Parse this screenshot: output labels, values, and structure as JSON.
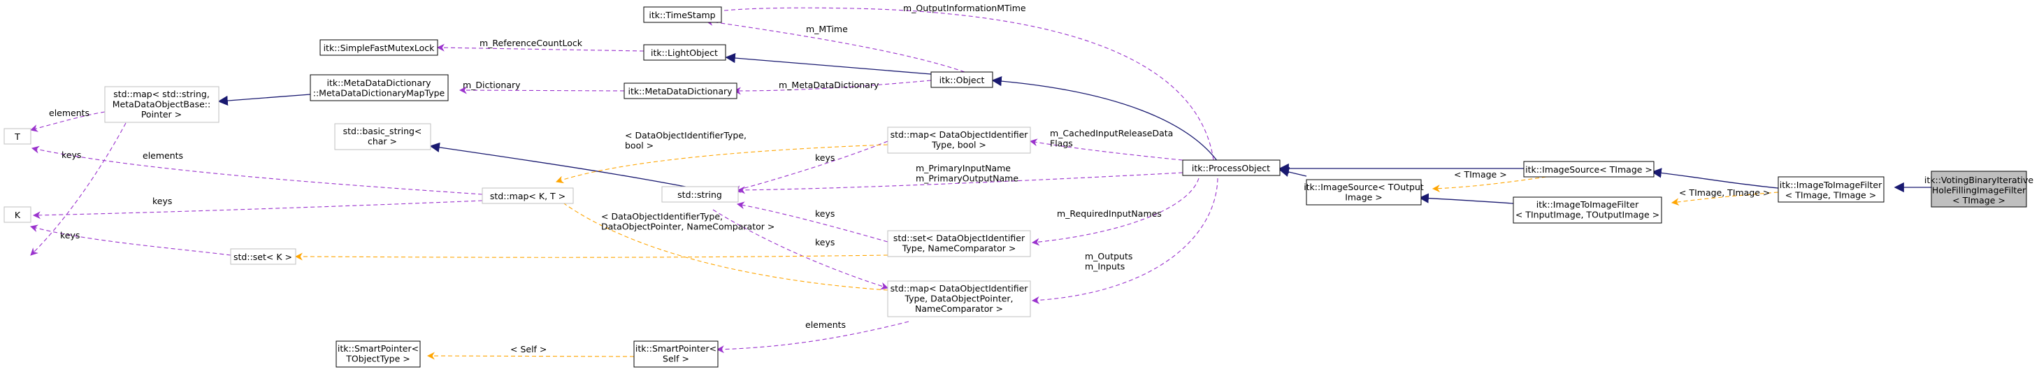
{
  "colors": {
    "background": "#ffffff",
    "inheritance": "#191970",
    "usage": "#9a32cd",
    "template": "#ffa500",
    "node_border": "#000000",
    "node_border_muted": "#bfbfbf",
    "node_fill": "#ffffff",
    "node_fill_root": "#bfbfbf"
  },
  "nodes": {
    "n_vbh": {
      "lines": [
        "itk::VotingBinaryIterative",
        "HoleFillingImageFilter",
        "< TImage >"
      ]
    },
    "n_itif": {
      "lines": [
        "itk::ImageToImageFilter",
        "< TImage, TImage >"
      ]
    },
    "n_is_t": {
      "lines": [
        "itk::ImageSource< TImage >"
      ]
    },
    "n_itif2": {
      "lines": [
        "itk::ImageToImageFilter",
        "< TInputImage, TOutputImage >"
      ]
    },
    "n_is_o": {
      "lines": [
        "itk::ImageSource< TOutput",
        "Image >"
      ]
    },
    "n_po": {
      "lines": [
        "itk::ProcessObject"
      ]
    },
    "n_obj": {
      "lines": [
        "itk::Object"
      ]
    },
    "n_lo": {
      "lines": [
        "itk::LightObject"
      ]
    },
    "n_ts": {
      "lines": [
        "itk::TimeStamp"
      ]
    },
    "n_sfml": {
      "lines": [
        "itk::SimpleFastMutexLock"
      ]
    },
    "n_mdd": {
      "lines": [
        "itk::MetaDataDictionary"
      ]
    },
    "n_mddm": {
      "lines": [
        "itk::MetaDataDictionary",
        "::MetaDataDictionaryMapType"
      ]
    },
    "n_mapstr": {
      "lines": [
        "std::map< std::string,",
        "MetaDataObjectBase::",
        "Pointer >"
      ]
    },
    "n_T": {
      "lines": [
        "T"
      ]
    },
    "n_K": {
      "lines": [
        "K"
      ]
    },
    "n_bstr": {
      "lines": [
        "std::basic_string<",
        "char >"
      ]
    },
    "n_str": {
      "lines": [
        "std::string"
      ]
    },
    "n_mapKT": {
      "lines": [
        "std::map< K, T >"
      ]
    },
    "n_setK": {
      "lines": [
        "std::set< K >"
      ]
    },
    "n_mapb": {
      "lines": [
        "std::map< DataObjectIdentifier",
        "Type, bool >"
      ]
    },
    "n_setd": {
      "lines": [
        "std::set< DataObjectIdentifier",
        "Type, NameComparator >"
      ]
    },
    "n_mapd": {
      "lines": [
        "std::map< DataObjectIdentifier",
        "Type, DataObjectPointer,",
        "NameComparator >"
      ]
    },
    "n_sps": {
      "lines": [
        "itk::SmartPointer<",
        "Self >"
      ]
    },
    "n_spt": {
      "lines": [
        "itk::SmartPointer<",
        "TObjectType >"
      ]
    }
  },
  "edge_labels": {
    "e_ts_obj": [
      "m_OutputInformationMTime"
    ],
    "e_ts_lo": [
      "m_MTime"
    ],
    "e_sfml": [
      "m_ReferenceCountLock"
    ],
    "e_mddm": [
      "m_Dictionary"
    ],
    "e_mdd": [
      "m_MetaDataDictionary"
    ],
    "e_mapstr_T": [
      "elements"
    ],
    "e_mapstr_K": [
      "keys"
    ],
    "e_mapKT_T": [
      "elements"
    ],
    "e_mapKT_K": [
      "keys"
    ],
    "e_setK_K": [
      "keys"
    ],
    "e_tpl_mapb": [
      "< DataObjectIdentifierType,",
      "bool >"
    ],
    "e_mapb_str": [
      "keys"
    ],
    "e_cached": [
      "m_CachedInputReleaseData",
      "Flags"
    ],
    "e_primary": [
      "m_PrimaryInputName",
      "m_PrimaryOutputName"
    ],
    "e_tpl_mapd": [
      "< DataObjectIdentifierType,",
      "DataObjectPointer, NameComparator >"
    ],
    "e_setd_str": [
      "keys"
    ],
    "e_tpl_setd": [
      "keys"
    ],
    "e_req": [
      "m_RequiredInputNames"
    ],
    "e_outputs": [
      "m_Outputs",
      "m_Inputs"
    ],
    "e_elements": [
      "elements"
    ],
    "e_self": [
      "< Self >"
    ],
    "e_timage": [
      "< TImage >"
    ],
    "e_timage2": [
      "< TImage, TImage >"
    ]
  }
}
